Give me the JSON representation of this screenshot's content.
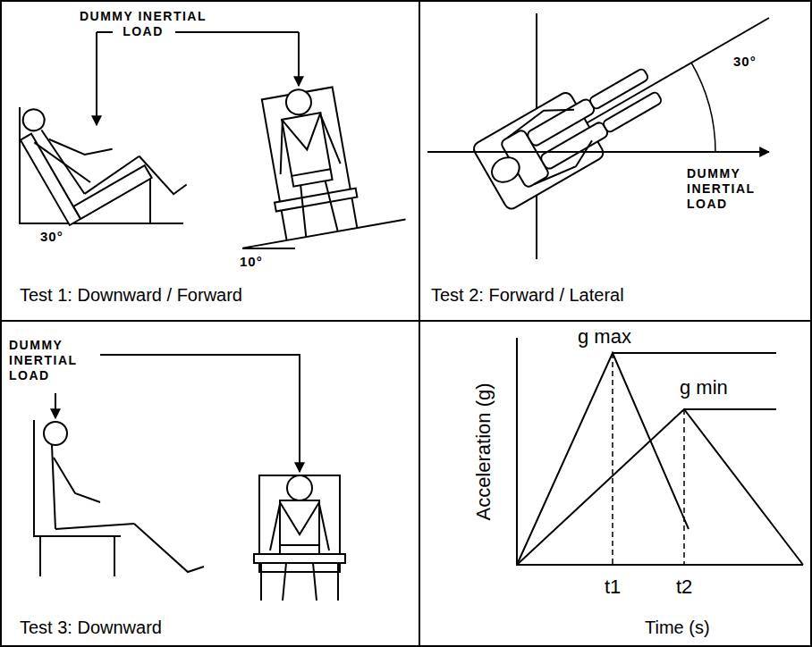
{
  "diagram": {
    "nodes": [
      {
        "text": [
          "Test 1: Downward / Forward"
        ]
      },
      {
        "text": [
          "Test 2: Forward / Lateral"
        ]
      },
      {
        "text": [
          "Test 3: Downward"
        ]
      },
      {
        "text": [
          "Time (s)"
        ]
      }
    ],
    "labels": [
      "DUMMY INERTIAL LOAD",
      "30°",
      "10°",
      "30°",
      "DUMMY INERTIAL LOAD",
      "DUMMY INERTIAL LOAD",
      "Acceleration (g)",
      "g max",
      "g min",
      "t1",
      "t2"
    ]
  }
}
